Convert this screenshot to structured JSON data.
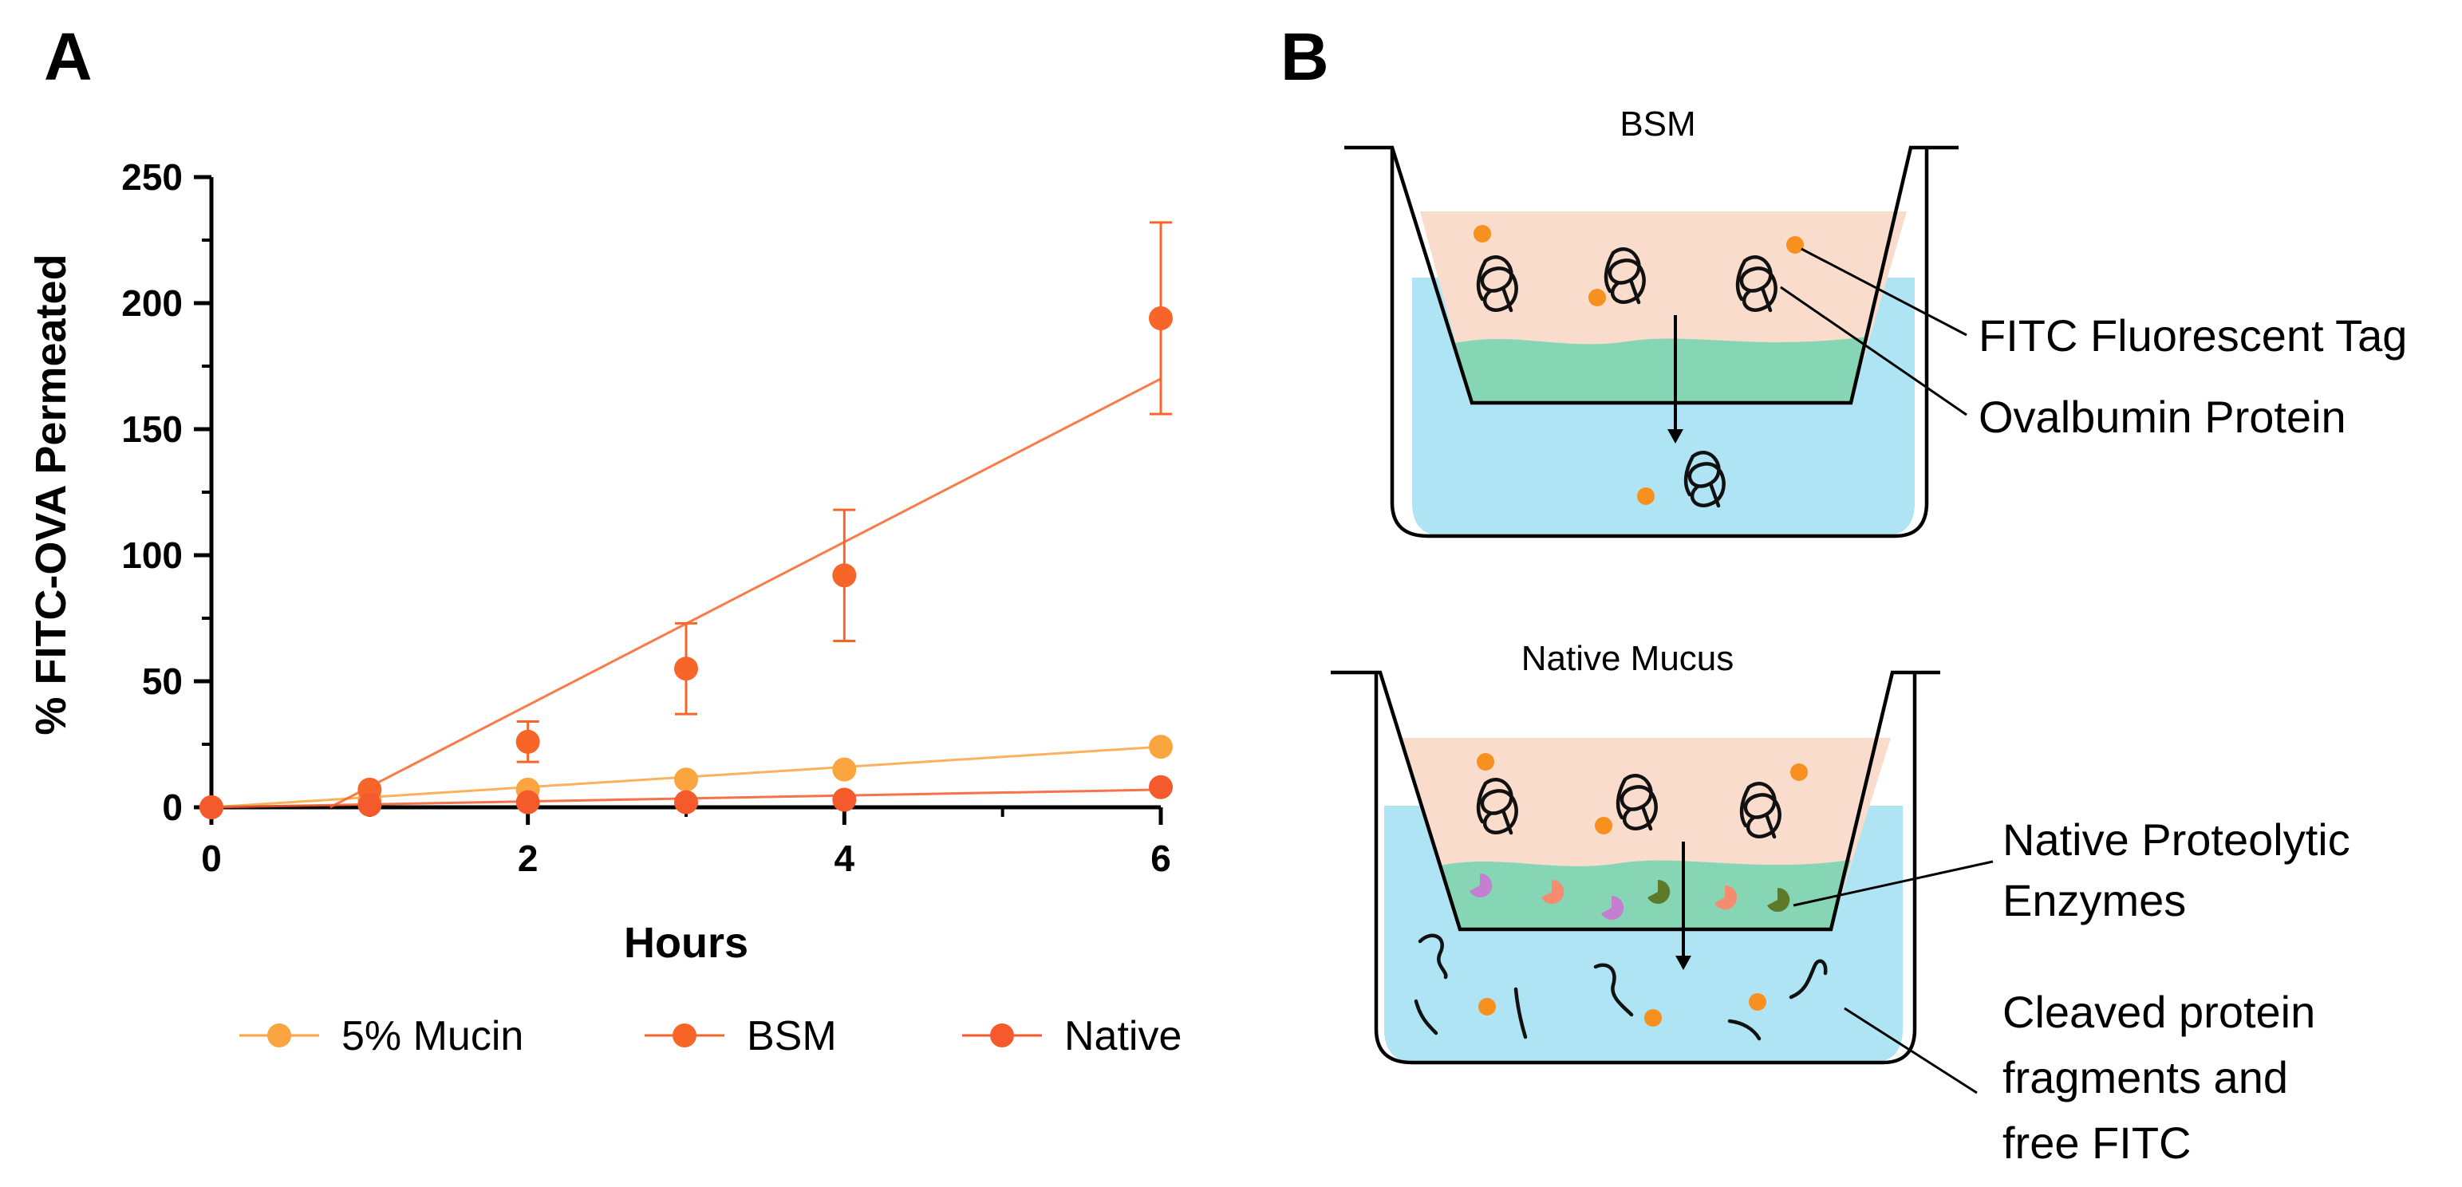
{
  "panel_a_letter": "A",
  "panel_b_letter": "B",
  "chart_data": {
    "type": "scatter",
    "xlabel": "Hours",
    "ylabel": "% FITC-OVA Permeated",
    "xlim": [
      0,
      6
    ],
    "ylim": [
      0,
      250
    ],
    "xticks": [
      "0",
      "2",
      "4",
      "6"
    ],
    "yticks": [
      "0",
      "50",
      "100",
      "150",
      "200",
      "250"
    ],
    "legend_position": "bottom",
    "series": [
      {
        "name": "5% Mucin",
        "color": "#fba541",
        "x": [
          0,
          1,
          2,
          3,
          4,
          6
        ],
        "y": [
          0,
          3,
          7,
          11,
          15,
          24
        ],
        "error": [
          0,
          0,
          0,
          0,
          0,
          0
        ],
        "fit": {
          "x": [
            0,
            6
          ],
          "y": [
            0,
            24
          ]
        }
      },
      {
        "name": "BSM",
        "color": "#f86528",
        "x": [
          0,
          1,
          2,
          3,
          4,
          6
        ],
        "y": [
          0,
          7,
          26,
          55,
          92,
          194
        ],
        "error": [
          0,
          0,
          8,
          18,
          26,
          38
        ],
        "fit": {
          "x": [
            0.75,
            6
          ],
          "y": [
            0,
            170
          ]
        }
      },
      {
        "name": "Native",
        "color": "#f55a2c",
        "x": [
          0,
          1,
          2,
          3,
          4,
          6
        ],
        "y": [
          0,
          1,
          2,
          2,
          3,
          8
        ],
        "error": [
          0,
          0,
          0,
          0,
          0,
          0
        ],
        "fit": {
          "x": [
            0,
            6
          ],
          "y": [
            0,
            7
          ]
        }
      }
    ]
  },
  "diagram": {
    "top_title": "BSM",
    "bottom_title": "Native Mucus",
    "label_fitc_tag": "FITC Fluorescent Tag",
    "label_ovalbumin": "Ovalbumin Protein",
    "label_enzymes_line1": "Native Proteolytic",
    "label_enzymes_line2": "Enzymes",
    "label_cleaved_line1": "Cleaved protein",
    "label_cleaved_line2": "fragments and",
    "label_cleaved_line3": "free FITC",
    "colors": {
      "mucus_layer": "#f9dccb",
      "basal_media": "#aee4f4",
      "mucus_gel": "#86d6b5",
      "fitc_dot": "#f7901e",
      "enzyme_purple": "#c47fd0",
      "enzyme_salmon": "#f58c6e",
      "enzyme_olive": "#5d7a2a"
    }
  }
}
